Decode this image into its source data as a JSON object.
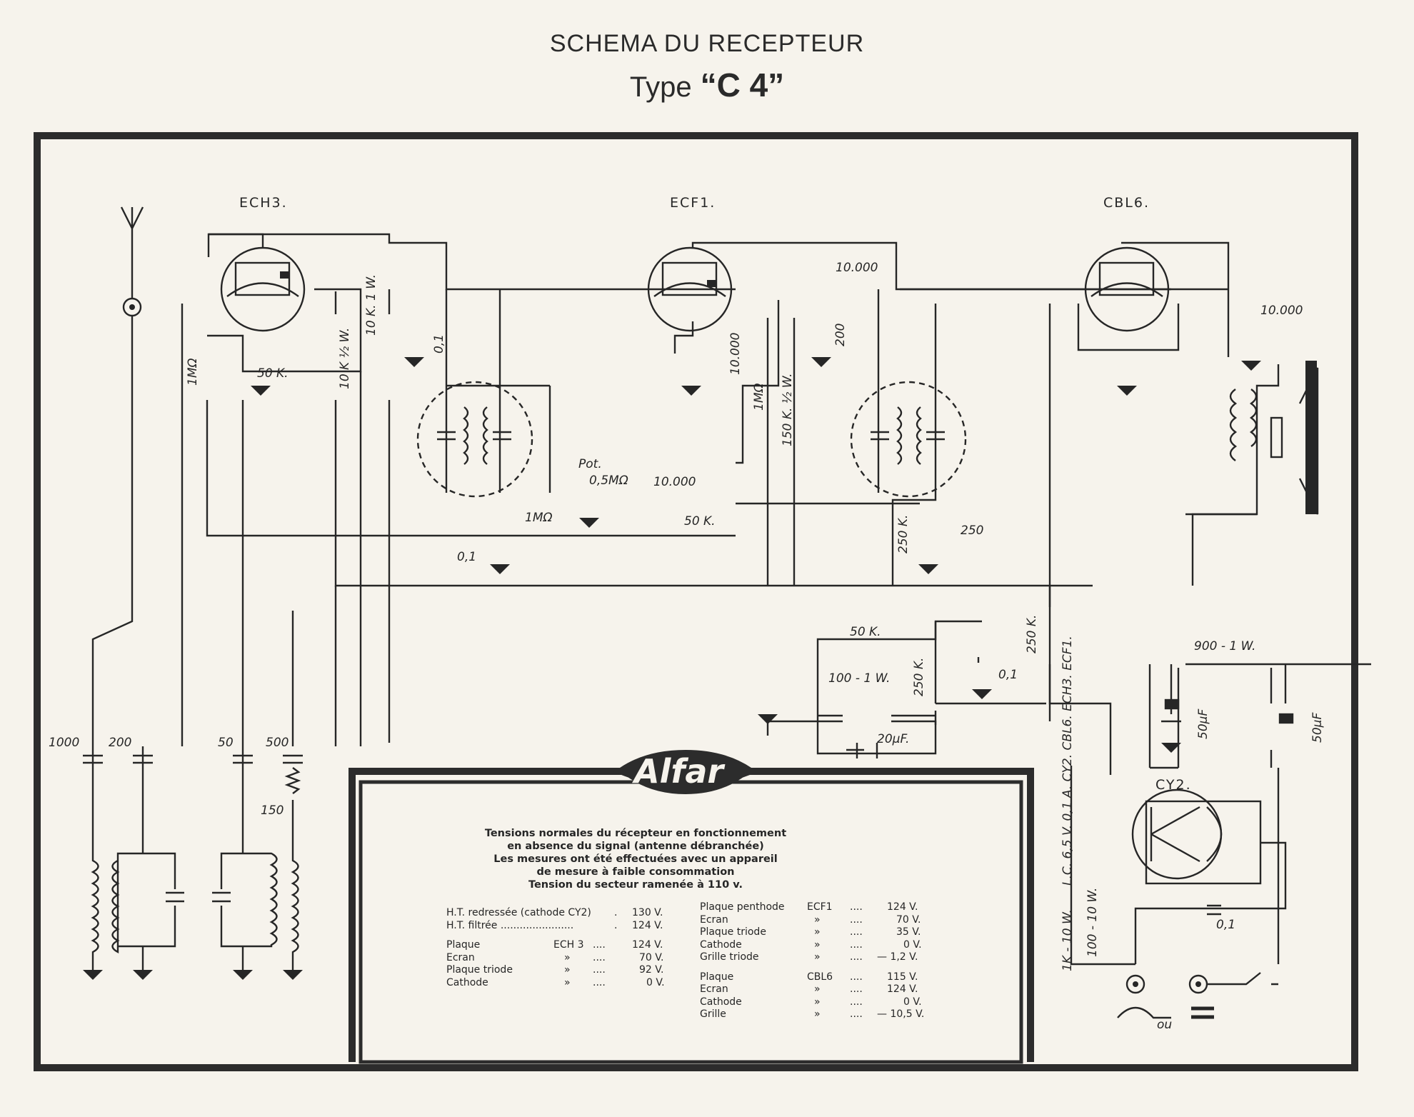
{
  "title": {
    "line1": "SCHEMA DU RECEPTEUR",
    "type_word": "Type",
    "type_value": "“C 4”"
  },
  "tubes": [
    "ECH3.",
    "ECF1.",
    "CBL6.",
    "CY2."
  ],
  "component_labels": {
    "c1000": "1000",
    "c200": "200",
    "c50": "50",
    "c500": "500",
    "r150": "150",
    "r1m_ech": "1MΩ",
    "r50k_ech": "50 K.",
    "r10k_half": "10 K  ½ W.",
    "r10k_1w": "10 K. 1 W.",
    "c01_a": "0,1",
    "c01_b": "0,1",
    "r1m_mid": "1MΩ",
    "pot": "Pot.",
    "pot_val": "0,5MΩ",
    "c10000_mid": "10.000",
    "r50k_mid": "50 K.",
    "c10000_ecf": "10.000",
    "r1m_ecf": "1MΩ",
    "r150k": "150 K. ½ W.",
    "c10000_top": "10.000",
    "c200_ecf": "200",
    "r250k_cbl": "250 K.",
    "c250": "250",
    "c10000_cbl": "10.000",
    "r250k_ht": "250 K.",
    "r50k_low": "50 K.",
    "r100_1w": "100 - 1 W.",
    "r250k_low": "250 K.",
    "c01_c": "0,1",
    "c20uf": "20μF.",
    "plus": "+",
    "minus": "−",
    "r900": "900 - 1 W.",
    "c50uf_a": "50μF",
    "c50uf_b": "50μF",
    "filaments": "L.C. 6,5 V. 0,1 A.   CY2.  CBL6.  ECH3.  ECF1.",
    "r1k_10w": "1K - 10 W.",
    "r100_10w": "100 - 10 W.",
    "c01_d": "0,1",
    "ou": "ou"
  },
  "brand": "Alfar",
  "panel": {
    "heading": [
      "Tensions normales du récepteur en fonctionnement",
      "en absence du signal (antenne débranchée)",
      "Les mesures ont été effectuées avec un appareil",
      "de mesure à faible consommation",
      "Tension du secteur ramenée à 110 v."
    ],
    "left": [
      {
        "label": "H.T. redressée (cathode CY2)",
        "tube": "",
        "dots": ".",
        "value": "130 V."
      },
      {
        "label": "H.T. filtrée .......................",
        "tube": "",
        "dots": ".",
        "value": "124 V."
      },
      {
        "gap": true
      },
      {
        "label": "Plaque",
        "tube": "ECH 3",
        "dots": "....",
        "value": "124 V."
      },
      {
        "label": "Ecran",
        "tube": "»",
        "dots": "....",
        "value": "70 V."
      },
      {
        "label": "Plaque triode",
        "tube": "»",
        "dots": "....",
        "value": "92 V."
      },
      {
        "label": "Cathode",
        "tube": "»",
        "dots": "....",
        "value": "0 V."
      }
    ],
    "right": [
      {
        "label": "Plaque penthode",
        "tube": "ECF1",
        "dots": "....",
        "value": "124 V."
      },
      {
        "label": "Ecran",
        "tube": "»",
        "dots": "....",
        "value": "70 V."
      },
      {
        "label": "Plaque triode",
        "tube": "»",
        "dots": "....",
        "value": "35 V."
      },
      {
        "label": "Cathode",
        "tube": "»",
        "dots": "....",
        "value": "0 V."
      },
      {
        "label": "Grille triode",
        "tube": "»",
        "dots": "....",
        "value": "— 1,2 V."
      },
      {
        "gap": true
      },
      {
        "label": "Plaque",
        "tube": "CBL6",
        "dots": "....",
        "value": "115 V."
      },
      {
        "label": "Ecran",
        "tube": "»",
        "dots": "....",
        "value": "124 V."
      },
      {
        "label": "Cathode",
        "tube": "»",
        "dots": "....",
        "value": "0 V."
      },
      {
        "label": "Grille",
        "tube": "»",
        "dots": "....",
        "value": "— 10,5 V."
      }
    ]
  }
}
